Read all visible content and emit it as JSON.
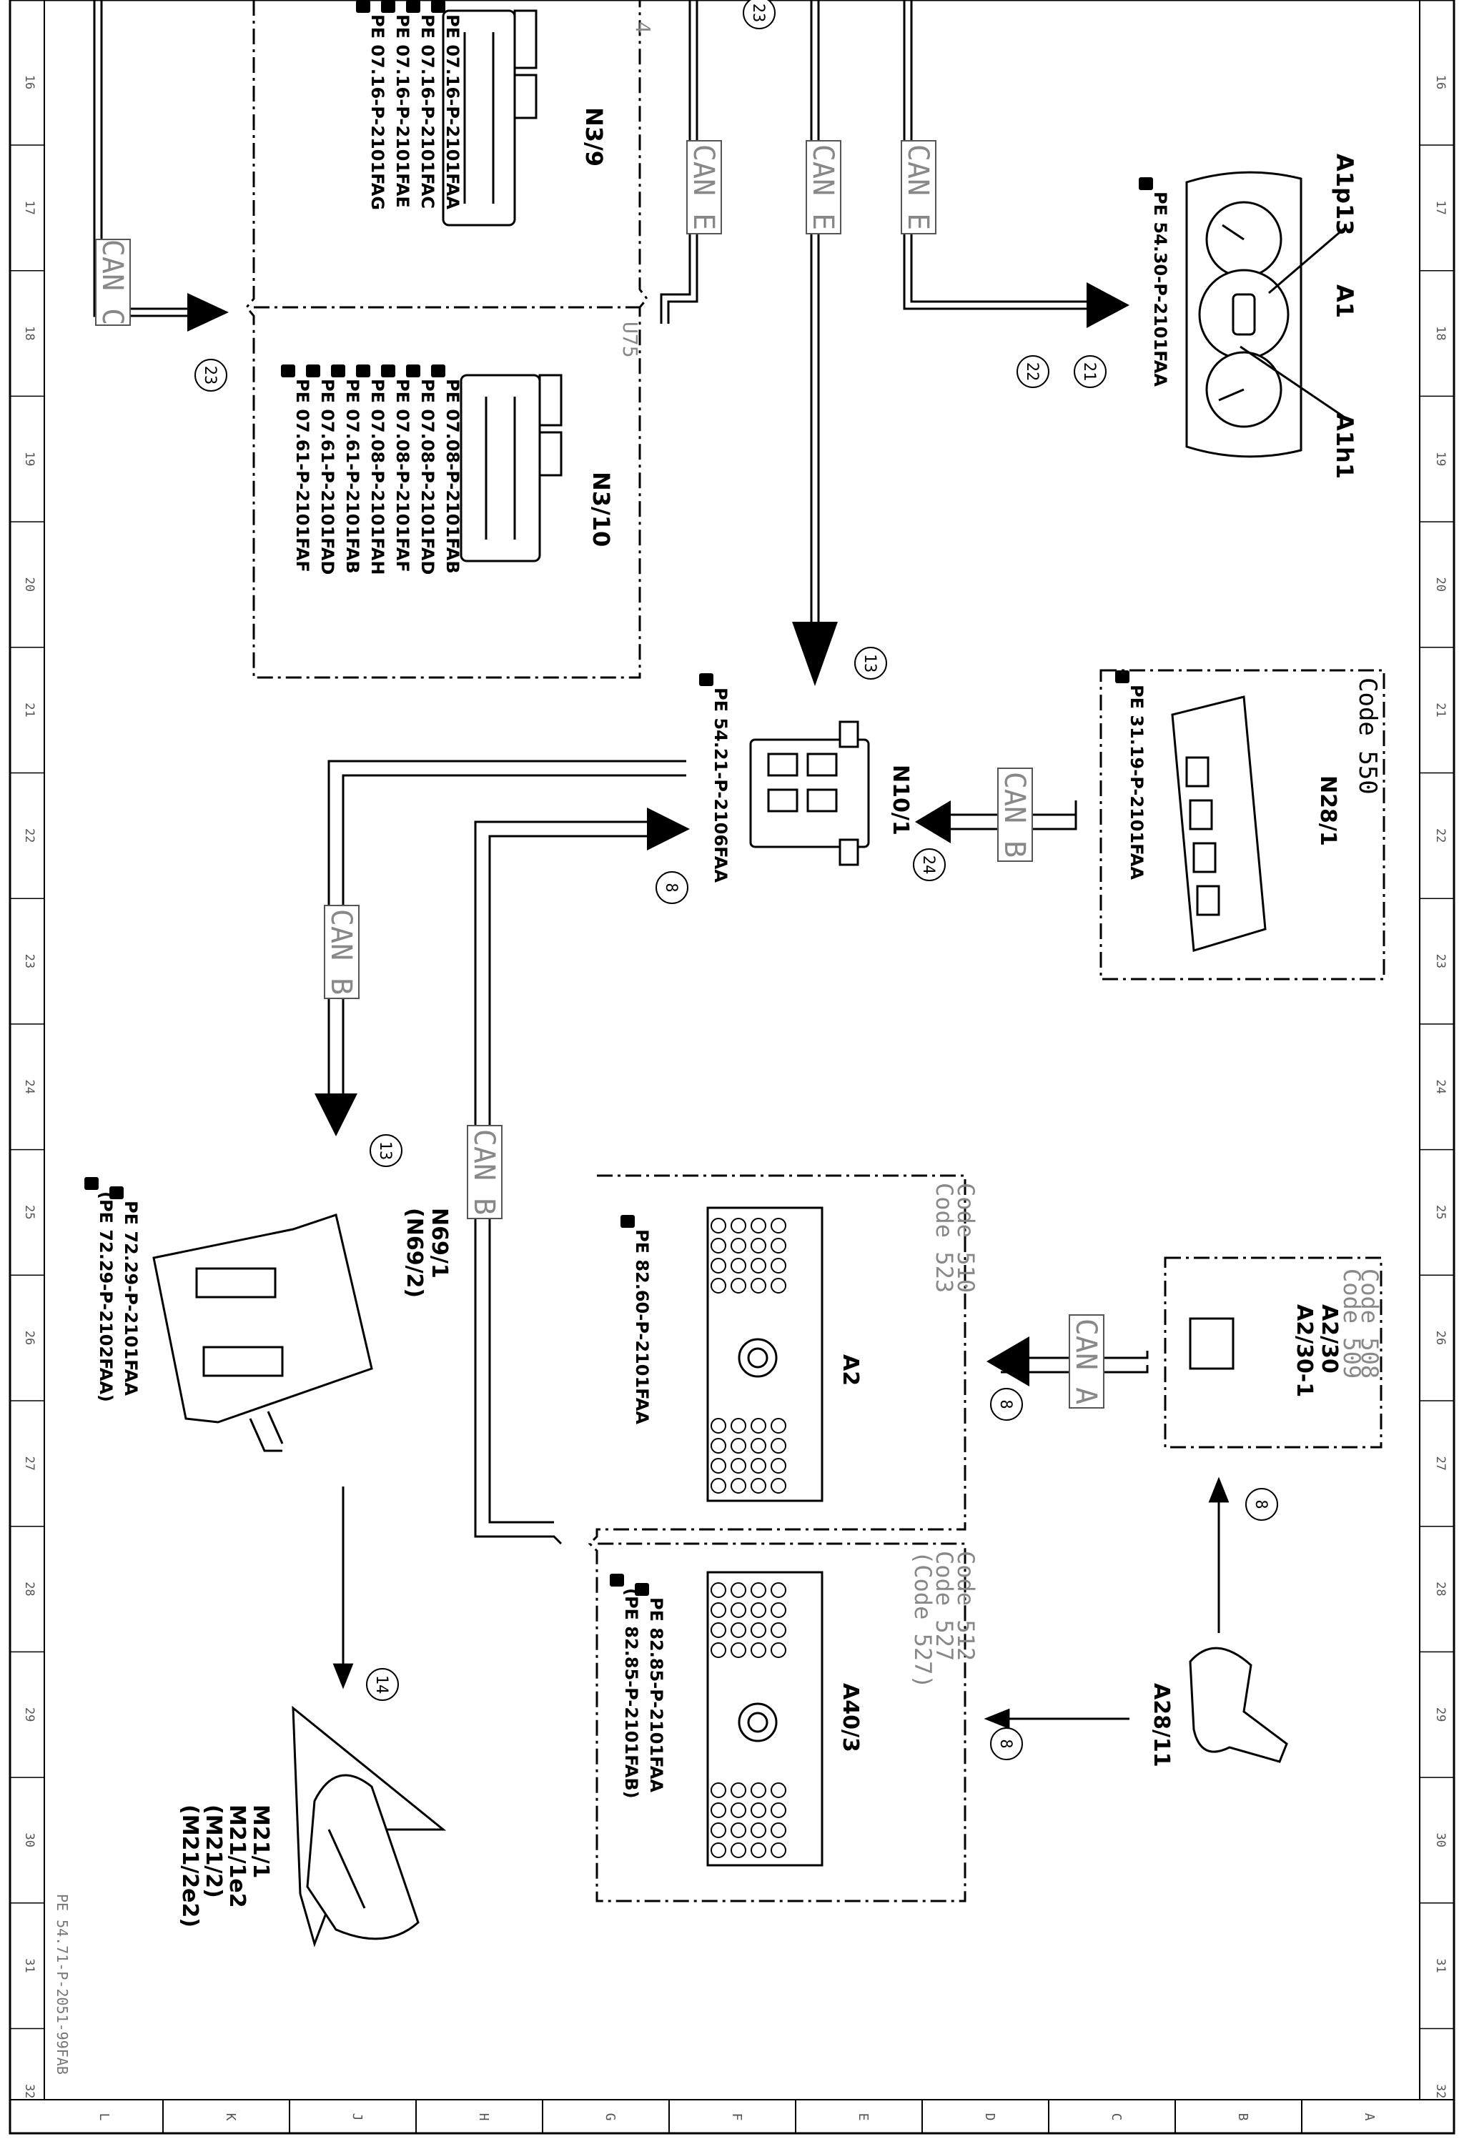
{
  "document_id": "PE 54.71-P-2051-99FAB",
  "row_numbers": [
    "16",
    "17",
    "18",
    "19",
    "20",
    "21",
    "22",
    "23",
    "24",
    "25",
    "26",
    "27",
    "28",
    "29",
    "30",
    "31",
    "32"
  ],
  "column_letters": [
    "L",
    "K",
    "J",
    "H",
    "G",
    "F",
    "E",
    "D",
    "C",
    "B",
    "A"
  ],
  "bus_labels": {
    "can_c": "CAN C",
    "can_e_1": "CAN E",
    "can_e_2": "CAN E",
    "can_e_3": "CAN E",
    "can_b_1": "CAN B",
    "can_b_2": "CAN B",
    "can_b_3": "CAN B",
    "can_a": "CAN A"
  },
  "components": {
    "n3_9": {
      "name": "N3/9",
      "variant": "4",
      "refs": [
        "PE 07.16-P-2101FAA",
        "PE 07.16-P-2101FAC",
        "PE 07.16-P-2101FAE",
        "PE 07.16-P-2101FAG"
      ]
    },
    "n3_10": {
      "name": "N3/10",
      "variant": "U75",
      "refs": [
        "PE 07.08-P-2101FAB",
        "PE 07.08-P-2101FAD",
        "PE 07.08-P-2101FAF",
        "PE 07.08-P-2101FAH",
        "PE 07.61-P-2101FAB",
        "PE 07.61-P-2101FAD",
        "PE 07.61-P-2101FAF"
      ]
    },
    "a1": {
      "name": "A1",
      "part_a": "A1p13",
      "part_b": "A1h1",
      "ref": "PE 54.30-P-2101FAA"
    },
    "n10_1": {
      "name": "N10/1",
      "ref": "PE 54.21-P-2106FAA"
    },
    "n28_1": {
      "name": "N28/1",
      "code": "Code 550",
      "ref": "PE 31.19-P-2101FAA"
    },
    "n69_1": {
      "name": "N69/1",
      "alt": "(N69/2)",
      "ref1": "PE 72.29-P-2101FAA",
      "ref2": "PE 72.29-P-2102FAA)"
    },
    "a2": {
      "name": "A2",
      "code1": "Code 510",
      "code2": "Code 523",
      "ref": "PE 82.60-P-2101FAA"
    },
    "a2_30": {
      "name1": "A2/30",
      "name2": "A2/30-1",
      "code1": "Code 508",
      "code2": "Code 509"
    },
    "a40_3": {
      "name": "A40/3",
      "code1": "Code 512",
      "code2": "Code 527",
      "code3": "(Code 527)",
      "ref1": "PE 82.85-P-2101FAA",
      "ref2": "PE 82.85-P-2101FAB)"
    },
    "a28_11": {
      "name": "A28/11"
    },
    "m21": {
      "line1": "M21/1",
      "line2": "M21/1e2",
      "line3": "(M21/2)",
      "line4": "(M21/2e2)"
    }
  },
  "markers": {
    "m23_top": "23",
    "m23_left": "23",
    "m21": "21",
    "m22": "22",
    "m13_a": "13",
    "m24": "24",
    "m8_a": "8",
    "m13_b": "13",
    "m8_b": "8",
    "m8_c": "8",
    "m8_d": "8",
    "m14": "14"
  }
}
